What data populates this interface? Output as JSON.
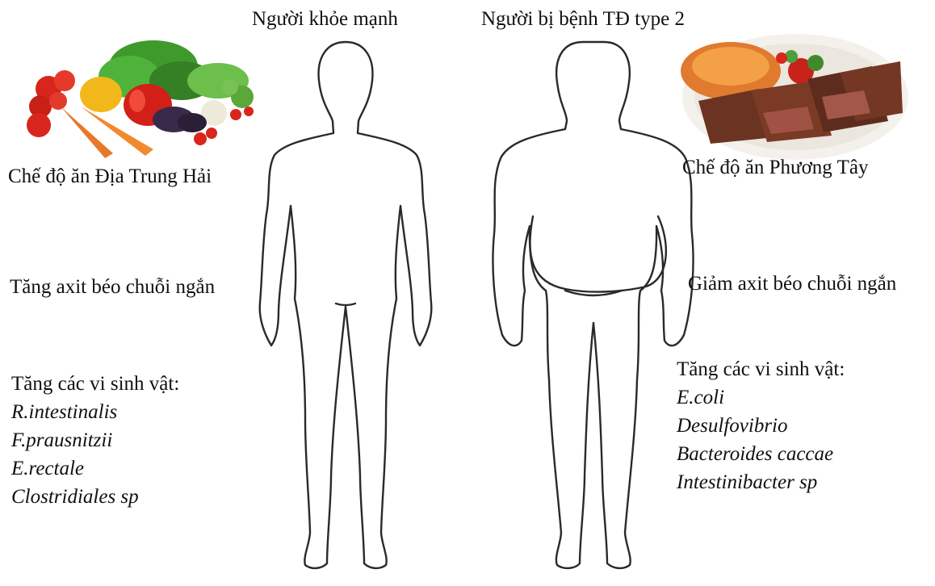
{
  "headers": {
    "healthy": "Người khỏe mạnh",
    "diabetic": "Người bị bệnh TĐ type 2"
  },
  "left": {
    "diet_label": "Chế độ ăn Địa Trung Hải",
    "scfa_label": "Tăng axit béo chuỗi ngắn",
    "microbes_heading": "Tăng các vi sinh vật:",
    "microbes": [
      "R.intestinalis",
      "F.prausnitzii",
      "E.rectale",
      "Clostridiales sp"
    ]
  },
  "right": {
    "diet_label": "Chế độ ăn Phương Tây",
    "scfa_label": "Giảm axit béo chuỗi ngắn",
    "microbes_heading": "Tăng các vi sinh vật:",
    "microbes": [
      "E.coli",
      "Desulfovibrio",
      "Bacteroides caccae",
      "Intestinibacter sp"
    ]
  },
  "colors": {
    "outline": "#2a2a2a",
    "tomato": "#d8261c",
    "carrot": "#e8782a",
    "lettuce": "#3f9a2c",
    "pepper_yellow": "#f2b71a",
    "eggplant": "#3a2a4a",
    "steak": "#6b3322",
    "sweet_potato": "#e07a2e",
    "plate": "#f4f1ec"
  },
  "images": {
    "left_food": "vegetables-image",
    "right_food": "steak-plate-image"
  }
}
